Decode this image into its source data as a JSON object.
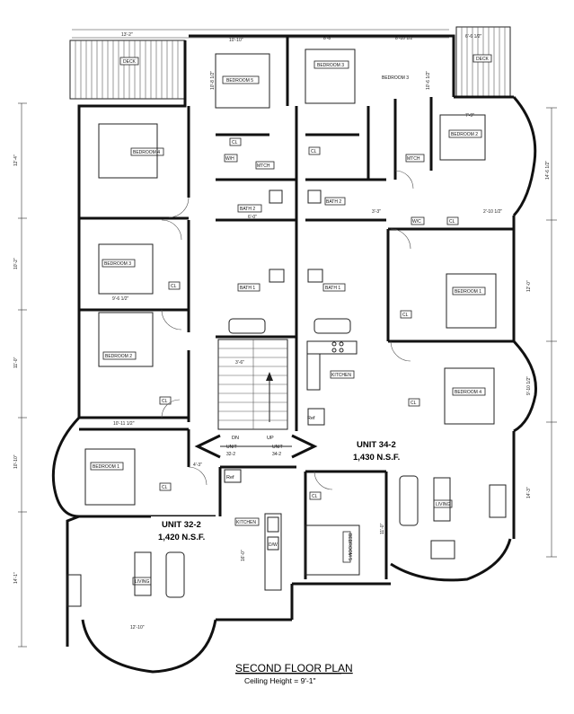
{
  "plan": {
    "title": "SECOND FLOOR PLAN",
    "ceiling": "Ceiling Height = 9'-1\""
  },
  "units": [
    {
      "id": "UNIT 32-2",
      "area": "1,420 N.S.F."
    },
    {
      "id": "UNIT 34-2",
      "area": "1,430 N.S.F."
    }
  ],
  "stair": {
    "dn": "DN",
    "up": "UP",
    "left_unit": "UNIT",
    "left_num": "32-2",
    "right_unit": "UNIT",
    "right_num": "34-2"
  },
  "rooms": {
    "deck_left": "DECK",
    "deck_right": "DECK",
    "bedroom5": "BEDROOM 5",
    "bedroom3a": "BEDROOM 3",
    "bedroom3b": "BEDROOM 3",
    "bedroom4_left": "BEDROOM 4",
    "bedroom2_right": "BEDROOM 2",
    "bedroom3_left": "BEDROOM 3",
    "bedroom2_left": "BEDROOM 2",
    "bedroom1_right": "BEDROOM 1",
    "bedroom4_right": "BEDROOM 4",
    "bedroom1_left": "BEDROOM 1",
    "bedroom5_right": "BEDROOM 5",
    "bath2a": "BATH 2",
    "bath2b": "BATH 2",
    "bath1a": "BATH 1",
    "bath1b": "BATH 1",
    "kitchen_right": "KITCHEN",
    "kitchen_left": "KITCHEN",
    "living_left": "LIVING",
    "living_right": "LIVING",
    "wd": "D/W",
    "ref1": "Ref",
    "ref2": "Ref",
    "cl": "CL",
    "wh": "W/H",
    "mtch": "MTCH",
    "wic": "W/C"
  },
  "dims": {
    "d1": "13'-2\"",
    "d2": "10'-10\"",
    "d3": "8'-8\"",
    "d4": "8'-10 1/2\"",
    "d5": "6'-6 1/2\"",
    "d6": "12'-4\"",
    "d7": "10'-2\"",
    "d8": "11'-0\"",
    "d9": "10'-10\"",
    "d10": "14'-1\"",
    "d11": "10'-8 1/2\"",
    "d12": "10'-6 1/2\"",
    "d13": "7'-9\"",
    "d14": "14'-6 1/2\"",
    "d15": "9'-10 1/2\"",
    "d16": "12'-0\"",
    "d17": "14'-3\"",
    "d18": "9'-6 1/2\"",
    "d19": "10'-11 1/2\"",
    "d20": "12'-10\"",
    "d21": "16'-0\"",
    "d22": "11'-0\"",
    "d23": "3'-6\"",
    "d24": "4'-3\"",
    "d25": "6'-0\"",
    "d26": "3'-3\"",
    "d27": "2'-10 1/2\""
  }
}
